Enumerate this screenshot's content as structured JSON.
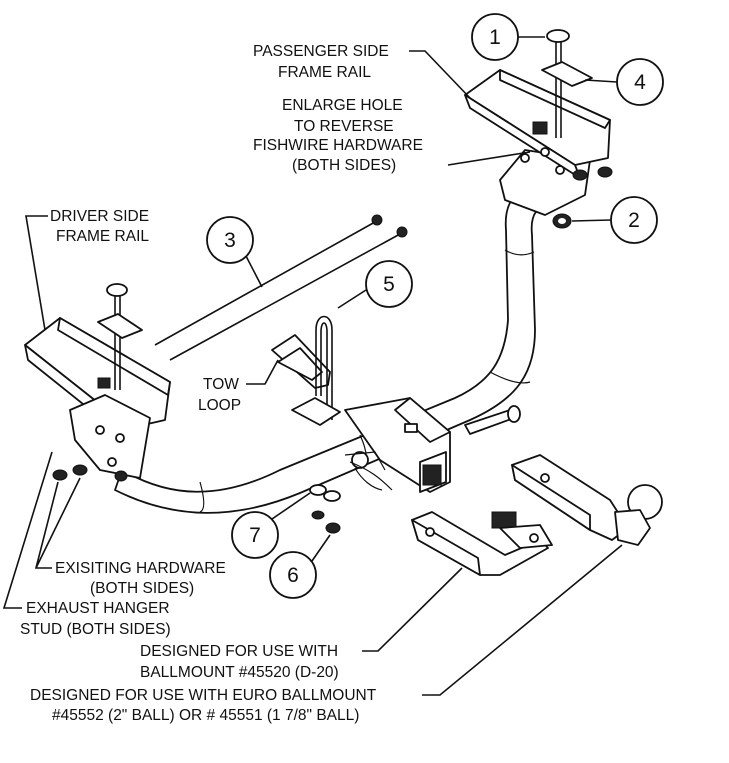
{
  "labels": {
    "passenger_rail_1": "PASSENGER SIDE",
    "passenger_rail_2": "FRAME RAIL",
    "enlarge_1": "ENLARGE HOLE",
    "enlarge_2": "TO REVERSE",
    "enlarge_3": "FISHWIRE HARDWARE",
    "enlarge_4": "(BOTH SIDES)",
    "driver_rail_1": "DRIVER SIDE",
    "driver_rail_2": "FRAME RAIL",
    "tow_loop_1": "TOW",
    "tow_loop_2": "LOOP",
    "existing_1": "EXISITING HARDWARE",
    "existing_2": "(BOTH SIDES)",
    "exhaust_1": "EXHAUST HANGER",
    "exhaust_2": "STUD (BOTH SIDES)",
    "ballmount_1": "DESIGNED FOR USE WITH",
    "ballmount_2": "BALLMOUNT #45520 (D-20)",
    "euro_1": "DESIGNED FOR USE WITH EURO BALLMOUNT",
    "euro_2": "#45552 (2\" BALL) OR # 45551 (1 7/8\" BALL)"
  },
  "callouts": [
    "1",
    "2",
    "3",
    "4",
    "5",
    "6",
    "7"
  ]
}
